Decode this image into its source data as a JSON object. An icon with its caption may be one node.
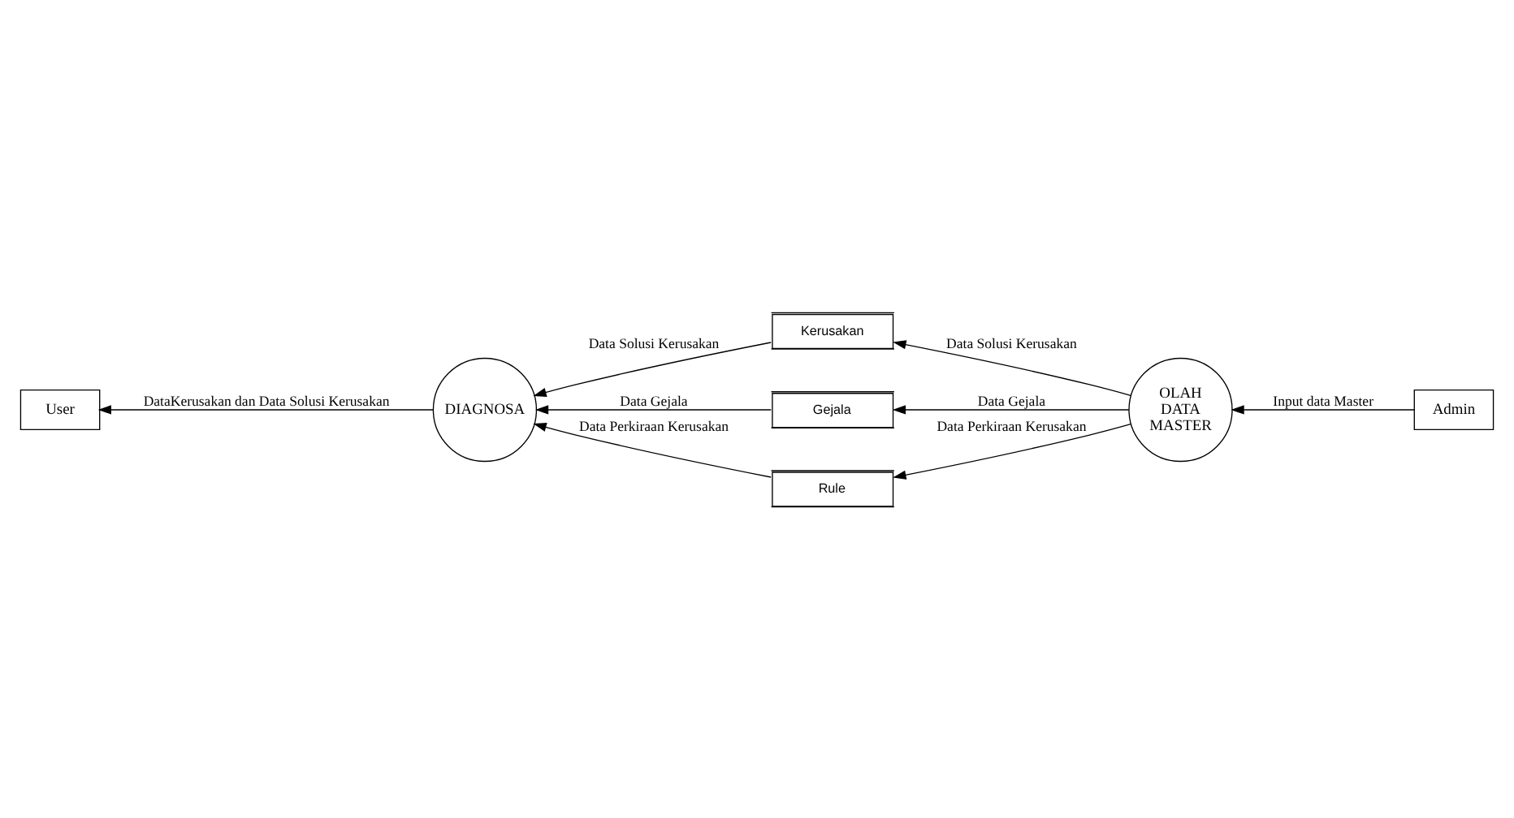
{
  "diagram": {
    "nodes": [
      {
        "text": [
          "Kerusakan"
        ]
      },
      {
        "text": [
          "Gejala"
        ]
      },
      {
        "text": [
          "Rule"
        ]
      },
      {
        "text": [
          "OLAH DATA MASTER"
        ]
      },
      {
        "text": [
          "Admin"
        ]
      },
      {
        "text": [
          "DIAGNOSA"
        ]
      },
      {
        "text": [
          "User"
        ]
      }
    ],
    "edges": [
      {
        "from": 3,
        "to": 0,
        "arrow": "to",
        "label": "Data Solusi Kerusakan"
      },
      {
        "from": 3,
        "to": 1,
        "arrow": "to",
        "label": "Data Gejala"
      },
      {
        "from": 3,
        "to": 2,
        "arrow": "to",
        "label": "Data Perkiraan Kerusakan"
      },
      {
        "from": 4,
        "to": 3,
        "arrow": "to",
        "label": "Input data Master"
      },
      {
        "from": 2,
        "to": 5,
        "arrow": "to",
        "label": "Data Perkiraan Kerusakan"
      },
      {
        "from": 1,
        "to": 5,
        "arrow": "to",
        "label": "Data Gejala"
      },
      {
        "from": 0,
        "to": 5,
        "arrow": "to",
        "label": "Data Solusi Kerusakan"
      },
      {
        "from": 5,
        "to": 6,
        "arrow": "to",
        "label": "DataKerusakan dan Data Solusi Kerusakan"
      }
    ]
  }
}
